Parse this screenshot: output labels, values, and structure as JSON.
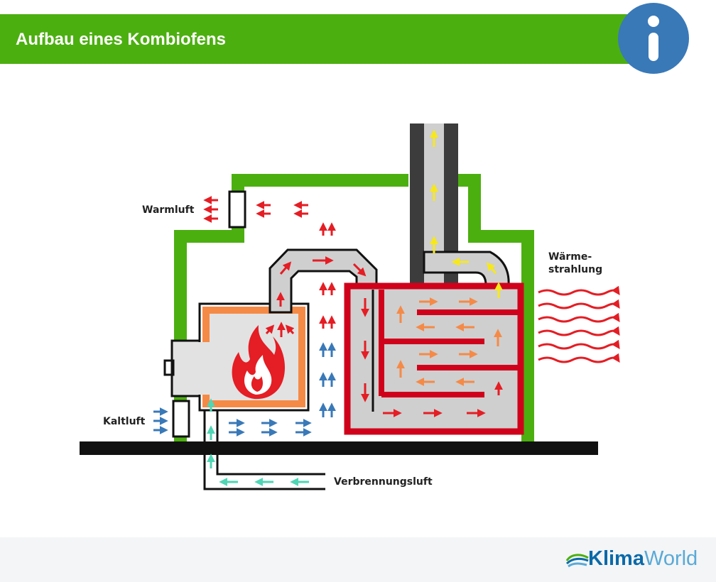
{
  "header": {
    "title": "Aufbau eines Kombiofens"
  },
  "info_button": {
    "icon": "info-icon"
  },
  "labels": {
    "warmluft": "Warmluft",
    "waermestrahlung_1": "Wärme-",
    "waermestrahlung_2": "strahlung",
    "kaltluft": "Kaltluft",
    "verbrennungsluft": "Verbrennungsluft"
  },
  "logo": {
    "part1": "Klima",
    "part2": "World"
  },
  "colors": {
    "header_green": "#4caf10",
    "wall_green": "#4caf10",
    "info_blue": "#3979b8",
    "flame_red": "#e51d24",
    "hot_red": "#e51d24",
    "warm_orange": "#f58a47",
    "exhaust_yellow": "#f7e81c",
    "cold_blue": "#3979b8",
    "fresh_air_teal": "#4fd6b4",
    "chimney_dark": "#3c3c3c",
    "duct_grey": "#cfcfcf"
  }
}
